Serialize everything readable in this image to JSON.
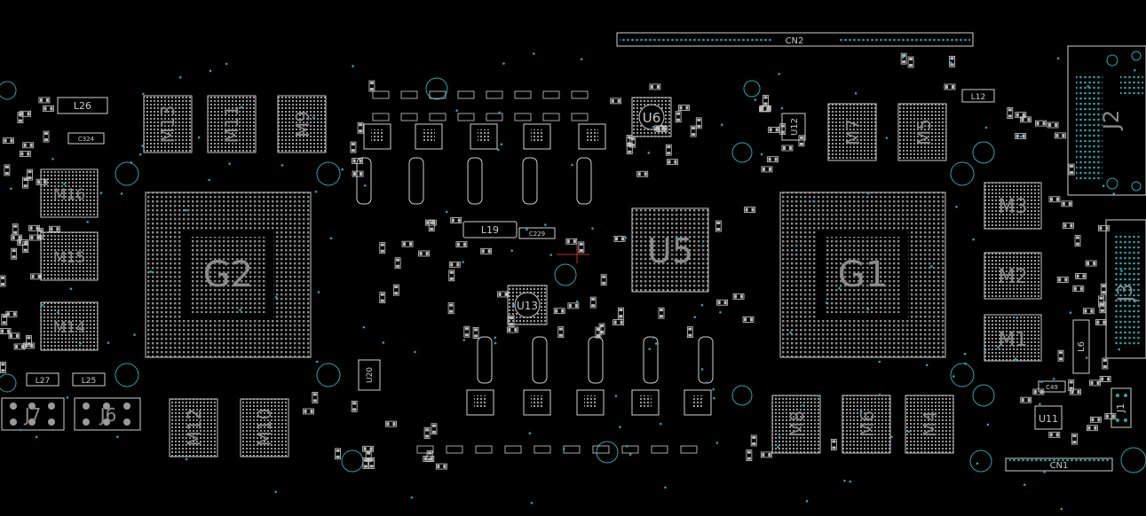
{
  "colors": {
    "background": "#000000",
    "outline": "#d0d0d0",
    "pad": "#9a9a9a",
    "via": "#2aa6a6",
    "large_label": "#8a8a8a",
    "marker": "#c03030"
  },
  "gpus": {
    "left": "G2",
    "right": "G1"
  },
  "memory_chips": [
    "M1",
    "M2",
    "M3",
    "M4",
    "M5",
    "M6",
    "M7",
    "M8",
    "M9",
    "M10",
    "M11",
    "M12",
    "M13",
    "M14",
    "M15",
    "M16"
  ],
  "ics": {
    "u5": "U5",
    "u6": "U6",
    "u13": "U13",
    "u12": "U12",
    "u11": "U11",
    "u20": "U20"
  },
  "connectors": {
    "cn2": "CN2",
    "cn1": "CN1",
    "j2": "J2",
    "j3": "J3",
    "j6": "J6",
    "j7": "J7",
    "j1": "J1"
  },
  "inductors": {
    "l26": "L26",
    "l27": "L27",
    "l25": "L25",
    "l19": "L19",
    "l12": "L12",
    "l6": "L6"
  },
  "capacitors": {
    "c324": "C324",
    "c229": "C229",
    "c49": "C49"
  }
}
